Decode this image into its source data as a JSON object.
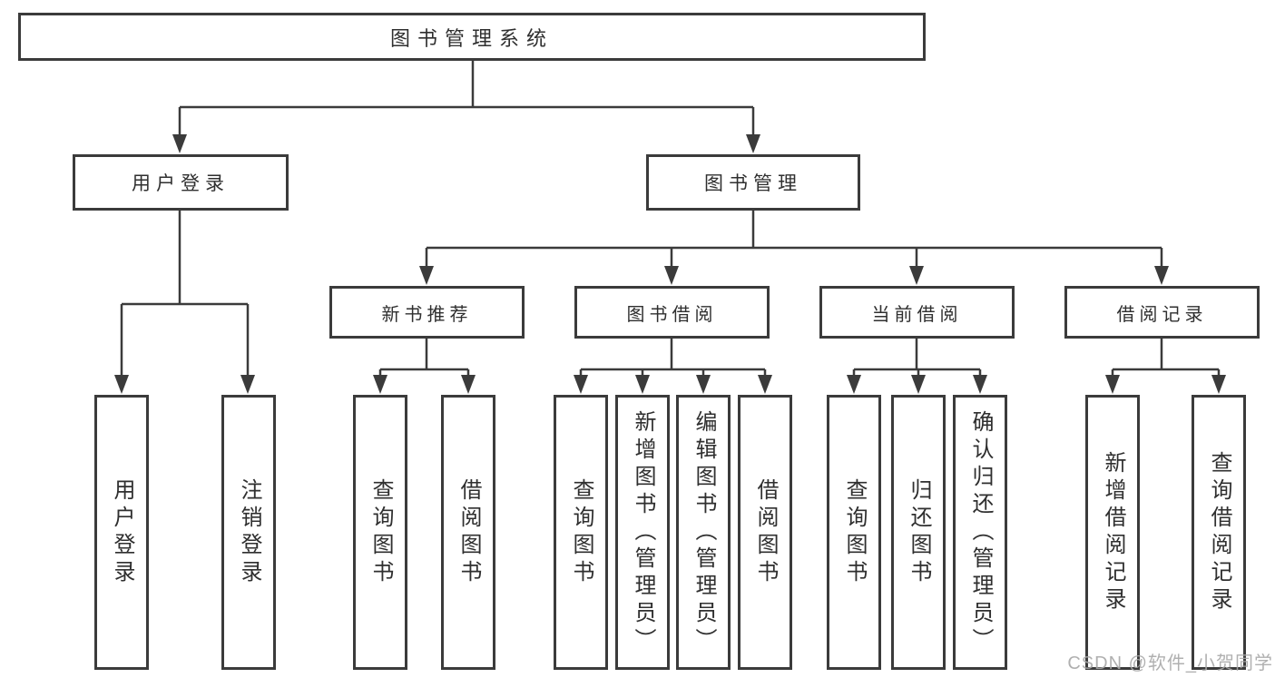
{
  "diagram": {
    "root": {
      "label": "图书管理系统"
    },
    "children": [
      {
        "label": "用户登录",
        "children": [
          {
            "label": "用户登录"
          },
          {
            "label": "注销登录"
          }
        ]
      },
      {
        "label": "图书管理",
        "children": [
          {
            "label": "新书推荐",
            "children": [
              {
                "label": "查询图书"
              },
              {
                "label": "借阅图书"
              }
            ]
          },
          {
            "label": "图书借阅",
            "children": [
              {
                "label": "查询图书"
              },
              {
                "label": "新增图书（管理员）"
              },
              {
                "label": "编辑图书（管理员）"
              },
              {
                "label": "借阅图书"
              }
            ]
          },
          {
            "label": "当前借阅",
            "children": [
              {
                "label": "查询图书"
              },
              {
                "label": "归还图书"
              },
              {
                "label": "确认归还（管理员）"
              }
            ]
          },
          {
            "label": "借阅记录",
            "children": [
              {
                "label": "新增借阅记录"
              },
              {
                "label": "查询借阅记录"
              }
            ]
          }
        ]
      }
    ]
  },
  "watermark": {
    "text": "CSDN @软件_小贺同学"
  },
  "colors": {
    "line": "#3b3b3b",
    "text": "#2f2f2f",
    "background": "#ffffff",
    "watermark": "#a8a8a8"
  }
}
